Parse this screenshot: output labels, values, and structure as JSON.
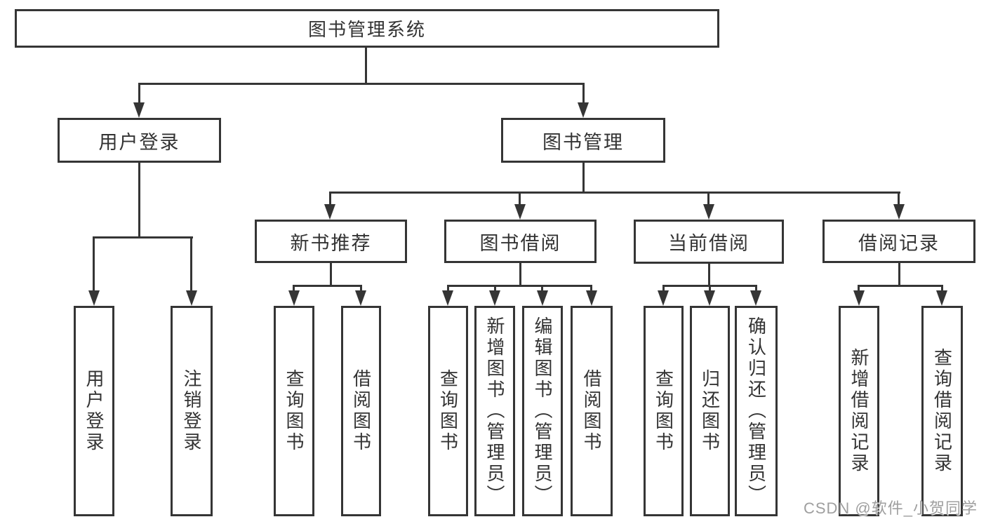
{
  "diagram": {
    "root": {
      "label": "图书管理系统"
    },
    "level2": [
      {
        "label": "用户登录"
      },
      {
        "label": "图书管理"
      }
    ],
    "level3": [
      {
        "label": "新书推荐"
      },
      {
        "label": "图书借阅"
      },
      {
        "label": "当前借阅"
      },
      {
        "label": "借阅记录"
      }
    ],
    "leaves": [
      {
        "label": "用户登录"
      },
      {
        "label": "注销登录"
      },
      {
        "label": "查询图书"
      },
      {
        "label": "借阅图书"
      },
      {
        "label": "查询图书"
      },
      {
        "label": "新增图书（管理员）"
      },
      {
        "label": "编辑图书（管理员）"
      },
      {
        "label": "借阅图书"
      },
      {
        "label": "查询图书"
      },
      {
        "label": "归还图书"
      },
      {
        "label": "确认归还（管理员）"
      },
      {
        "label": "新增借阅记录"
      },
      {
        "label": "查询借阅记录"
      }
    ]
  },
  "watermark": {
    "text": "CSDN @软件_小贺同学"
  },
  "colors": {
    "line": "#353535",
    "text": "#333333",
    "background": "#ffffff",
    "watermark": "#9f9f9f"
  }
}
